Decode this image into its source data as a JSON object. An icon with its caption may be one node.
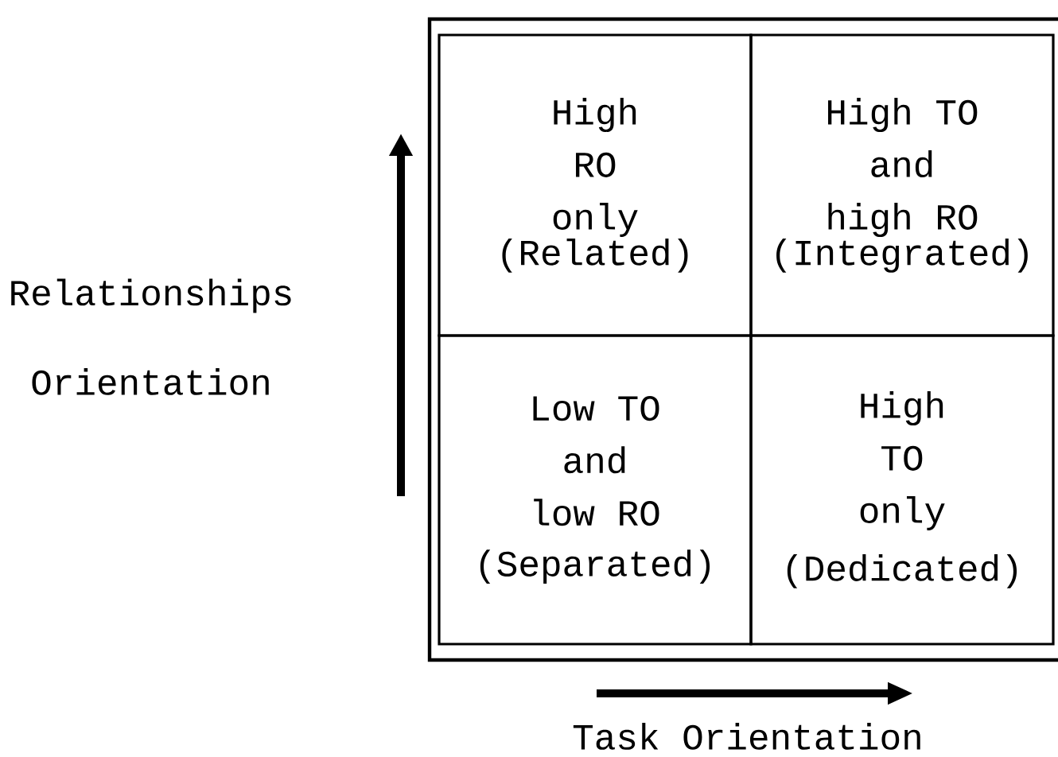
{
  "diagram": {
    "nodes": [
      {
        "text": [
          "High RO only",
          "(Related)"
        ]
      },
      {
        "text": [
          "High TO and high RO",
          "(Integrated)"
        ]
      },
      {
        "text": [
          "Low TO and low RO",
          "(Separated)"
        ]
      },
      {
        "text": [
          "High TO only",
          "(Dedicated)"
        ]
      }
    ],
    "labels": [
      "Relationships",
      "Orientation",
      "Task Orientation"
    ]
  }
}
